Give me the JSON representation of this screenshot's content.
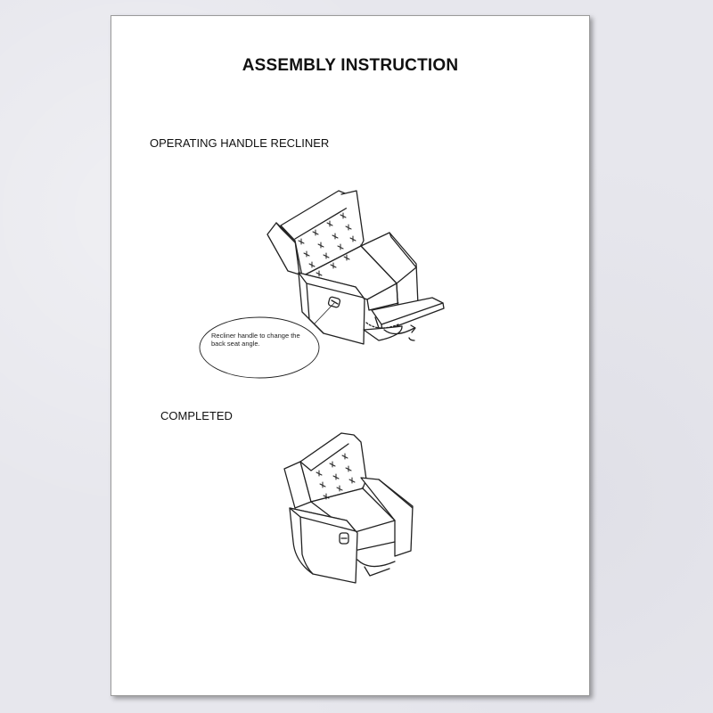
{
  "document": {
    "title": "ASSEMBLY INSTRUCTION",
    "sections": [
      {
        "heading": "OPERATING HANDLE RECLINER",
        "callout": "Recliner handle to change the back seat angle."
      },
      {
        "heading": "COMPLETED"
      }
    ]
  },
  "colors": {
    "line": "#222222",
    "page": "#ffffff",
    "background": "#e7e7ed"
  }
}
